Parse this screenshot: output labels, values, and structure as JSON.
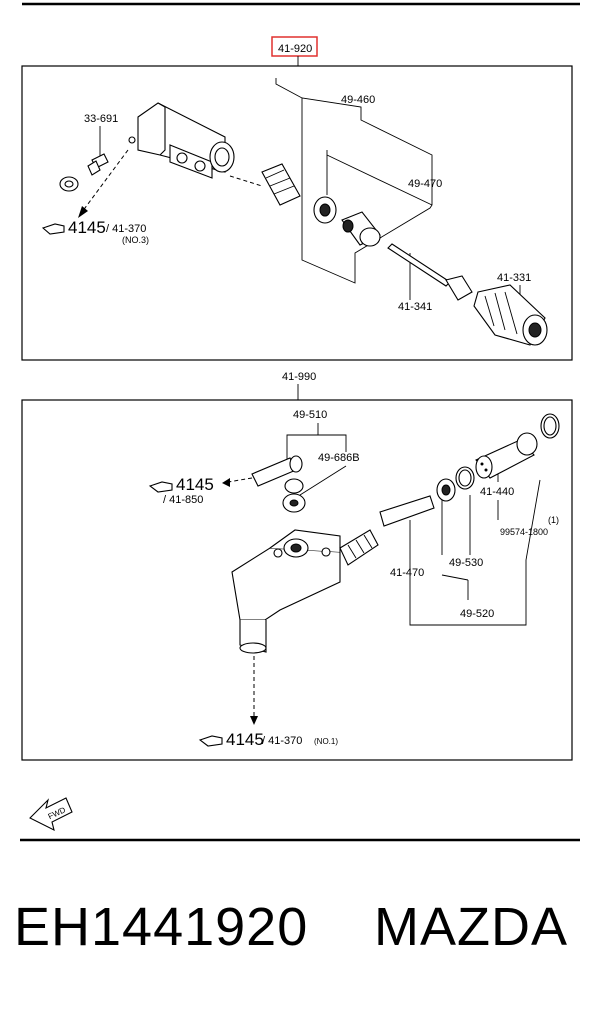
{
  "labels": {
    "assembly_top": "41-920",
    "l49_460": "49-460",
    "l33_691": "33-691",
    "l49_470": "49-470",
    "ref_top_num": "4145",
    "ref_top_code": "/ 41-370",
    "ref_top_note": "(NO.3)",
    "l41_331": "41-331",
    "l41_341": "41-341",
    "assembly_bottom": "41-990",
    "l49_510": "49-510",
    "l49_686b": "49-686B",
    "ref_mid_num": "4145",
    "ref_mid_code": "/ 41-850",
    "l41_440": "41-440",
    "l1": "(1)",
    "l99574": "99574-1800",
    "l41_470": "41-470",
    "l49_530": "49-530",
    "l49_520": "49-520",
    "ref_bot_num": "4145",
    "ref_bot_code": "/ 41-370",
    "ref_bot_note": "(NO.1)",
    "fwd": "FWD"
  },
  "caption": {
    "part_number": "EH1441920",
    "brand": "MAZDA"
  },
  "colors": {
    "highlight": "#e0312f"
  }
}
